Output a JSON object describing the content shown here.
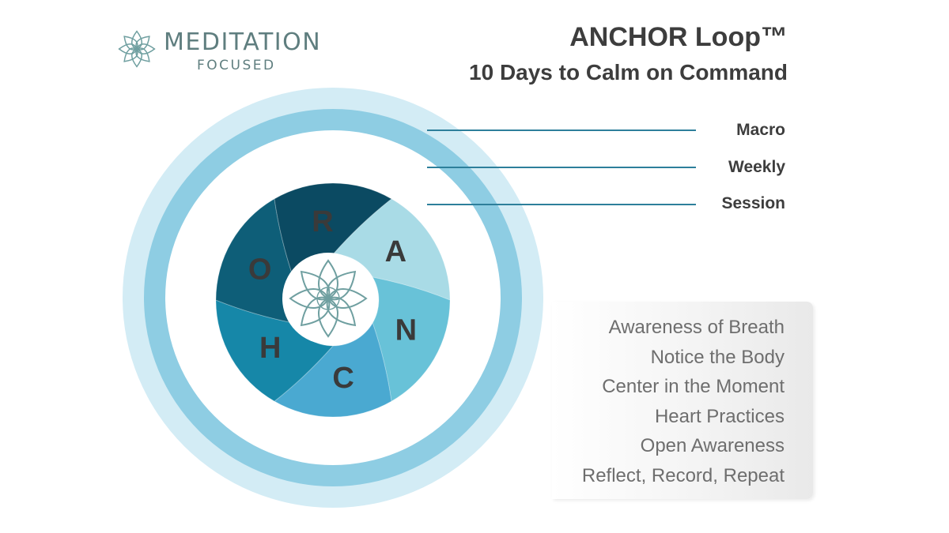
{
  "logo": {
    "line1": "MEDITATION",
    "line2": "FOCUSED",
    "icon": "lotus-icon"
  },
  "header": {
    "title": "ANCHOR Loop™",
    "subtitle": "10 Days to Calm on Command"
  },
  "layers": [
    {
      "label": "Macro"
    },
    {
      "label": "Weekly"
    },
    {
      "label": "Session"
    }
  ],
  "segments": [
    {
      "letter": "A",
      "color": "#a9dbe6"
    },
    {
      "letter": "N",
      "color": "#68c2d8"
    },
    {
      "letter": "C",
      "color": "#4aa9d1"
    },
    {
      "letter": "H",
      "color": "#1687a8"
    },
    {
      "letter": "O",
      "color": "#0e5e78"
    },
    {
      "letter": "R",
      "color": "#0b4a62"
    }
  ],
  "steps": [
    "Awareness of Breath",
    "Notice the Body",
    "Center in the Moment",
    "Heart Practices",
    "Open Awareness",
    "Reflect, Record, Repeat"
  ],
  "colors": {
    "outer_ring": "#d3ecf5",
    "middle_ring": "#8ecde3",
    "connector": "#2d7f9b",
    "text_dark": "#3d3d3d",
    "logo": "#5f7e7f"
  }
}
